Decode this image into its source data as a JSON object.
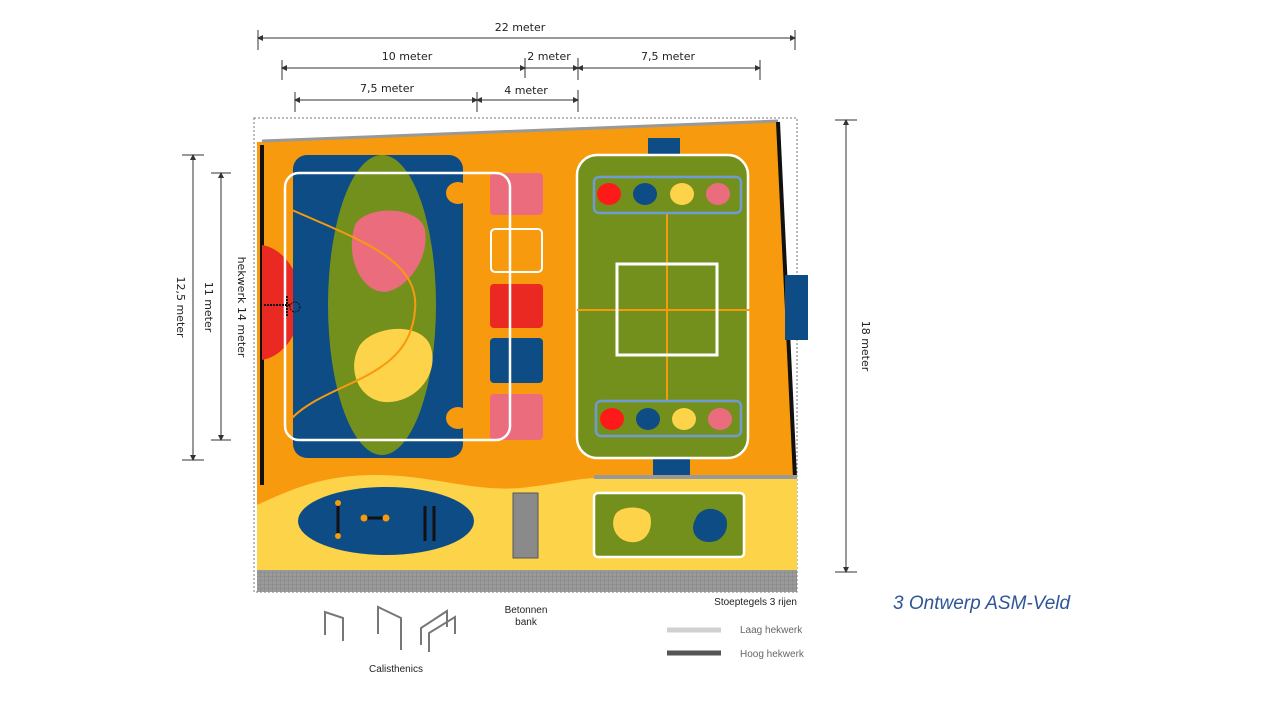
{
  "caption": "3 Ontwerp ASM-Veld",
  "dimensions": {
    "total_width": "22 meter",
    "left_10": "10 meter",
    "mid_2": "2 meter",
    "right_7_5": "7,5 meter",
    "left_7_5": "7,5 meter",
    "mid_4": "4 meter",
    "height_12_5": "12,5 meter",
    "height_11": "11 meter",
    "fence_14": "hekwerk 14 meter",
    "height_18": "18 meter"
  },
  "labels": {
    "paving": "Stoeptegels 3 rijen",
    "bench_line1": "Betonnen",
    "bench_line2": "bank",
    "calisthenics": "Calisthenics"
  },
  "legend": [
    {
      "label": "Laag hekwerk",
      "color": "#d0d0d0"
    },
    {
      "label": "Hoog hekwerk",
      "color": "#555555"
    }
  ],
  "colors": {
    "orange": "#f89a0e",
    "yellow": "#fdd34a",
    "blue": "#0e4c86",
    "green": "#74901c",
    "pink": "#ea6c7d",
    "red": "#ea2a22",
    "gray": "#8a8a8a"
  }
}
